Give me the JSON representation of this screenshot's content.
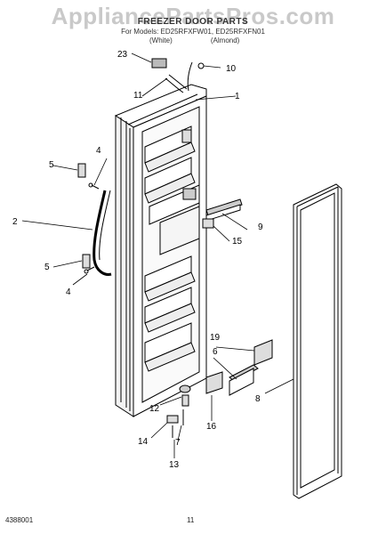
{
  "header": {
    "watermark": "AppliancePartsPros.com",
    "title": "FREEZER DOOR PARTS",
    "models": "For Models: ED25RFXFW01, ED25RFXFN01",
    "variant_1": "(White)",
    "variant_2": "(Almond)"
  },
  "footer": {
    "doc_code": "4388001",
    "page": "11"
  },
  "callouts": [
    {
      "id": "c1",
      "label": "1"
    },
    {
      "id": "c2",
      "label": "2"
    },
    {
      "id": "c4a",
      "label": "4"
    },
    {
      "id": "c4b",
      "label": "4"
    },
    {
      "id": "c5a",
      "label": "5"
    },
    {
      "id": "c5b",
      "label": "5"
    },
    {
      "id": "c6",
      "label": "6"
    },
    {
      "id": "c7",
      "label": "7"
    },
    {
      "id": "c8",
      "label": "8"
    },
    {
      "id": "c9",
      "label": "9"
    },
    {
      "id": "c10",
      "label": "10"
    },
    {
      "id": "c11",
      "label": "11"
    },
    {
      "id": "c12",
      "label": "12"
    },
    {
      "id": "c13",
      "label": "13"
    },
    {
      "id": "c14",
      "label": "14"
    },
    {
      "id": "c15",
      "label": "15"
    },
    {
      "id": "c16",
      "label": "16"
    },
    {
      "id": "c19",
      "label": "19"
    },
    {
      "id": "c23",
      "label": "23"
    }
  ]
}
